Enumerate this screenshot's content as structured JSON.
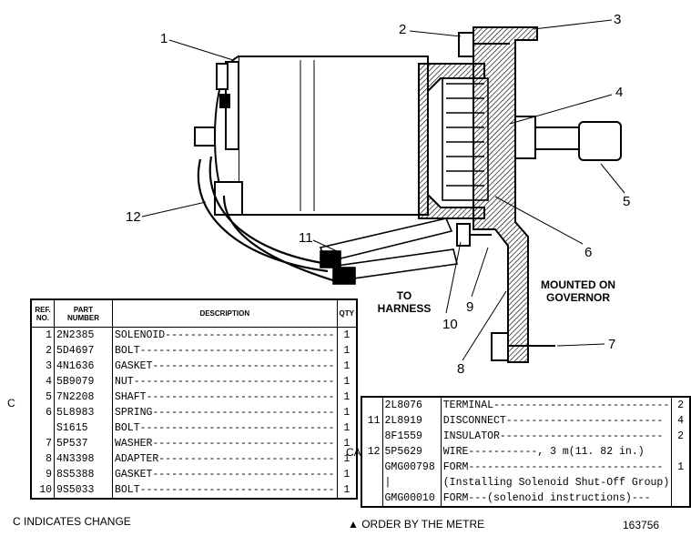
{
  "callouts": {
    "c1": "1",
    "c2": "2",
    "c3": "3",
    "c4": "4",
    "c5": "5",
    "c6": "6",
    "c7": "7",
    "c8": "8",
    "c9": "9",
    "c10": "10",
    "c11": "11",
    "c12": "12"
  },
  "notes": {
    "to_harness": "TO\nHARNESS",
    "mounted": "MOUNTED ON\nGOVERNOR"
  },
  "table1": {
    "headers": {
      "ref": "REF.\nNO.",
      "part": "PART\nNUMBER",
      "desc": "DESCRIPTION",
      "qty": "QTY"
    },
    "rows": [
      {
        "ref": "1",
        "part": "2N2385",
        "desc": "SOLENOID---------------------------",
        "qty": "1"
      },
      {
        "ref": "2",
        "part": "5D4697",
        "desc": "BOLT-------------------------------",
        "qty": "1"
      },
      {
        "ref": "3",
        "part": "4N1636",
        "desc": "GASKET-----------------------------",
        "qty": "1"
      },
      {
        "ref": "4",
        "part": "5B9079",
        "desc": "NUT--------------------------------",
        "qty": "1"
      },
      {
        "ref": "5",
        "part": "7N2208",
        "desc": "SHAFT------------------------------",
        "qty": "1"
      },
      {
        "ref": "6",
        "part": "5L8983",
        "desc": "SPRING-----------------------------",
        "qty": "1"
      },
      {
        "ref": "",
        "part": "S1615",
        "desc": "BOLT-------------------------------",
        "qty": "1"
      },
      {
        "ref": "7",
        "part": "5P537",
        "desc": "WASHER-----------------------------",
        "qty": "1"
      },
      {
        "ref": "8",
        "part": "4N3398",
        "desc": "ADAPTER----------------------------",
        "qty": "1"
      },
      {
        "ref": "9",
        "part": "8S5388",
        "desc": "GASKET-----------------------------",
        "qty": "1"
      },
      {
        "ref": "10",
        "part": "9S5033",
        "desc": "BOLT-------------------------------",
        "qty": "1"
      }
    ],
    "change_mark": "C"
  },
  "table2": {
    "rows": [
      {
        "ref": "",
        "part": "2L8076",
        "desc": "TERMINAL----------------------------",
        "qty": "2"
      },
      {
        "ref": "11",
        "part": "2L8919",
        "desc": "DISCONNECT-------------------------",
        "qty": "4"
      },
      {
        "ref": "",
        "part": "8F1559",
        "desc": "INSULATOR--------------------------",
        "qty": "2"
      },
      {
        "ref": "12",
        "part": "5P5629",
        "desc": "WIRE-----------, 3 m(11. 82 in.)",
        "qty": ""
      },
      {
        "ref": "",
        "part": "GMG00798",
        "desc": "FORM-------------------------------",
        "qty": "1"
      },
      {
        "ref": "",
        "part": "|",
        "desc": "(Installing Solenoid Shut-Off Group)",
        "qty": ""
      },
      {
        "ref": "",
        "part": "GMG00010",
        "desc": "FORM---(solenoid instructions)---",
        "qty": ""
      }
    ],
    "change_mark": "CA"
  },
  "footer": {
    "change_note": "C INDICATES CHANGE",
    "order_note": "ORDER BY THE METRE",
    "drawing_no": "163756"
  }
}
